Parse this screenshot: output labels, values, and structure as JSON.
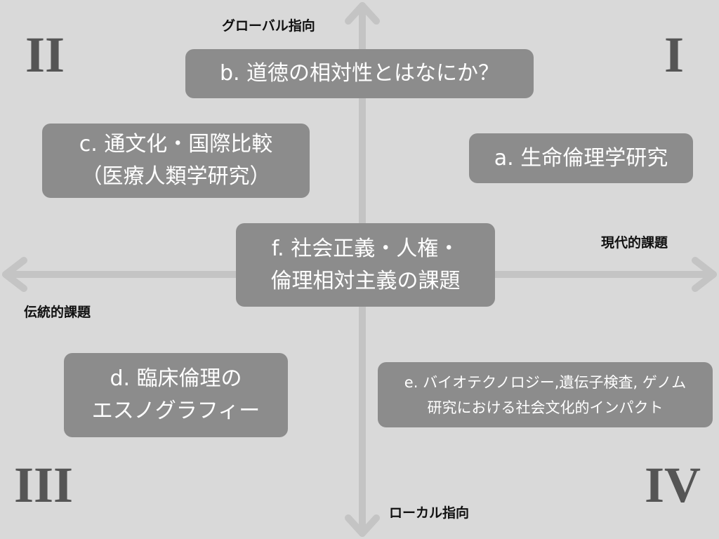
{
  "axes": {
    "top": "グローバル指向",
    "bottom": "ローカル指向",
    "right": "現代的課題",
    "left": "伝統的課題"
  },
  "quadrants": {
    "q1": "I",
    "q2": "II",
    "q3": "III",
    "q4": "IV"
  },
  "boxes": {
    "a": [
      "a. 生命倫理学研究"
    ],
    "b": [
      "b. 道徳の相対性とはなにか？"
    ],
    "c": [
      "c. 通文化・国際比較",
      "（医療人類学研究）"
    ],
    "d": [
      "d. 臨床倫理の",
      "エスノグラフィー"
    ],
    "e": [
      "e. バイオテクノロジー,遺伝子検査, ゲノム",
      "研究における社会文化的インパクト"
    ],
    "f": [
      "f. 社会正義・人権・",
      "倫理相対主義の課題"
    ]
  },
  "colors": {
    "background": "#d9d9d9",
    "box_fill": "#8c8c8c",
    "axis": "#c4c4c4",
    "roman": "#555555"
  }
}
